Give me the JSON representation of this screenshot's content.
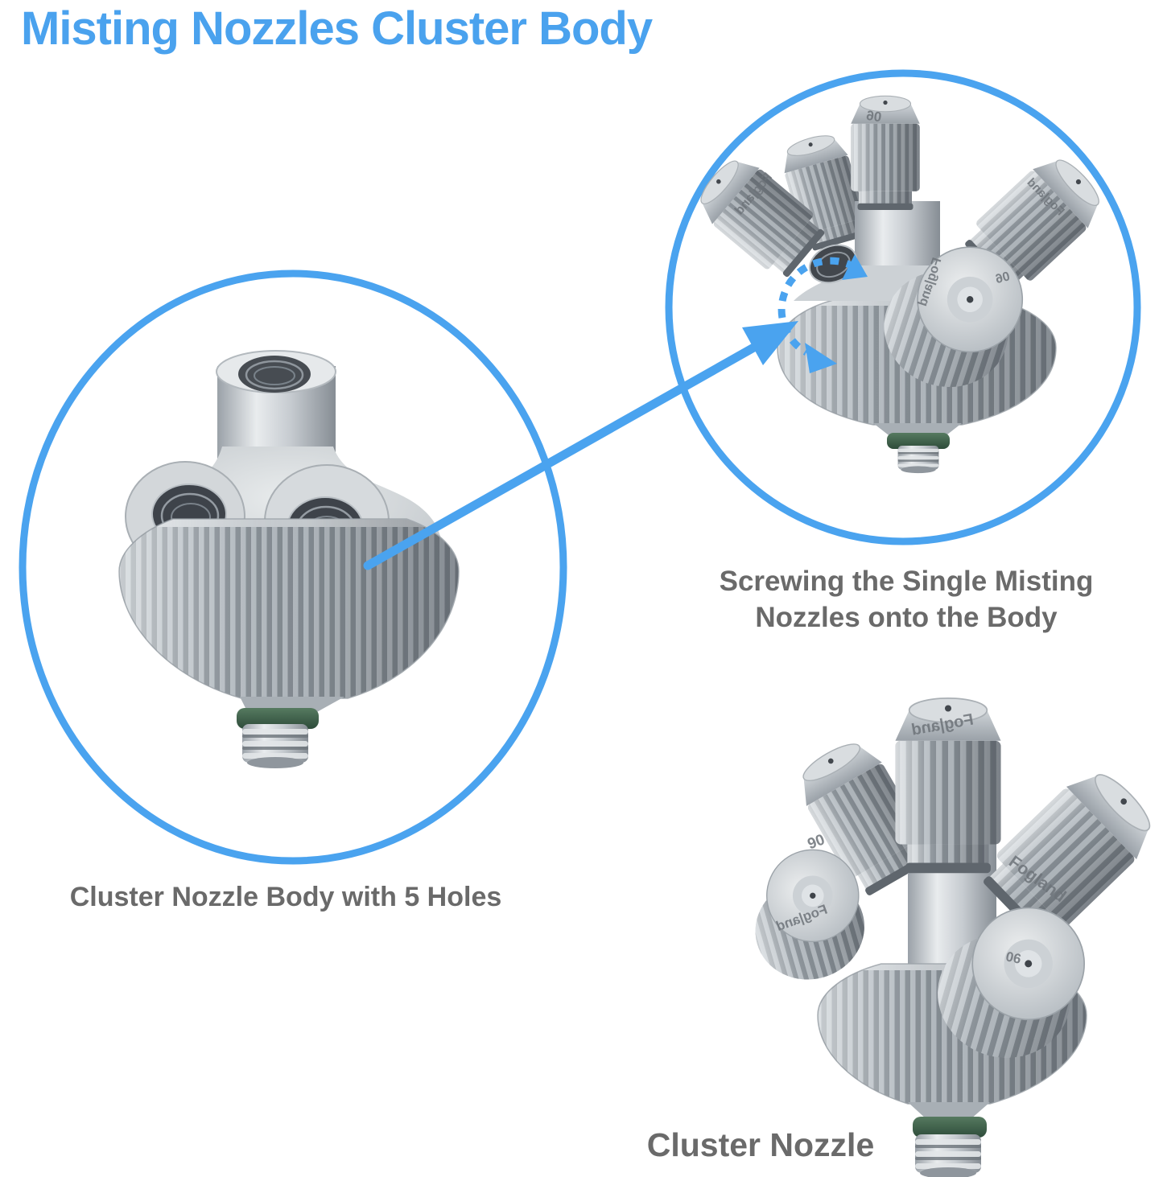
{
  "title": "Misting Nozzles Cluster Body",
  "captions": {
    "body": "Cluster Nozzle Body with 5 Holes",
    "screwing_line1": "Screwing the Single Misting",
    "screwing_line2": "Nozzles onto the Body",
    "cluster": "Cluster Nozzle"
  },
  "engravings": {
    "brand": "Fogland",
    "brand_split": "Fog|and",
    "size_06": "06",
    "size_90": "90"
  },
  "colors": {
    "accent_blue": "#4AA3EF",
    "caption_gray": "#6A6A6A",
    "metal_light": "#E9ECEE",
    "metal_mid": "#B6BDC3",
    "metal_dark": "#878F96",
    "gasket_green": "#3F5F4A"
  }
}
